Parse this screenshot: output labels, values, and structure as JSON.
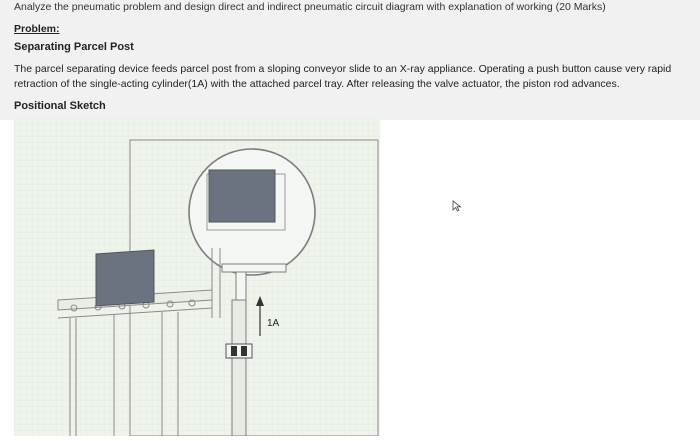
{
  "question": {
    "title": "Analyze the pneumatic problem and design direct and indirect pneumatic circuit diagram with explanation of working (20 Marks)"
  },
  "content": {
    "problem_label": "Problem:",
    "subtitle": "Separating Parcel Post",
    "paragraph": "The parcel separating device feeds parcel post from a sloping conveyor slide to an X-ray appliance. Operating a push button cause very rapid retraction of the single-acting cylinder(1A) with the attached parcel tray. After releasing the valve actuator, the piston rod advances.",
    "sketch_label": "Positional Sketch"
  },
  "sketch": {
    "cylinder_label": "1A",
    "colors": {
      "background_grid": "#eef3ec",
      "parcel_fill": "#6b7280",
      "outline": "#8a8a8a"
    }
  }
}
